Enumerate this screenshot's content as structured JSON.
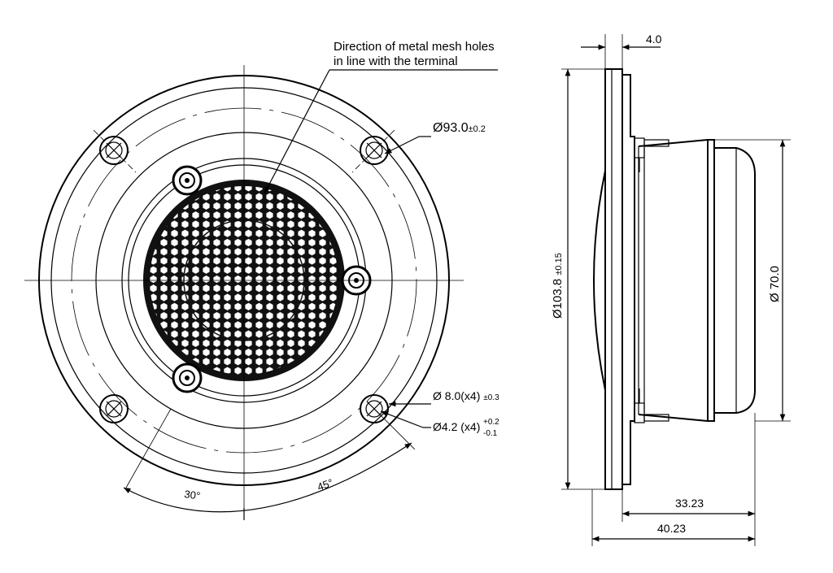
{
  "note": {
    "line1": "Direction of metal mesh holes",
    "line2": "in line with the terminal"
  },
  "front_view": {
    "bolt_circle": {
      "prefix": "Ø93.0",
      "tol": "±0.2"
    },
    "hole_outer": {
      "prefix": "Ø 8.0(x4)",
      "tol": "±0.3"
    },
    "hole_inner": {
      "prefix": "Ø4.2 (x4)",
      "tol_upper": "+0.2",
      "tol_lower": "-0.1"
    },
    "angle_a": "30°",
    "angle_b": "45°"
  },
  "side_view": {
    "flange_thickness": "4.0",
    "overall_diameter": {
      "prefix": "Ø103.8",
      "tol": "±0.15"
    },
    "body_diameter": "Ø 70.0",
    "depth_body": "33.23",
    "depth_total": "40.23"
  }
}
